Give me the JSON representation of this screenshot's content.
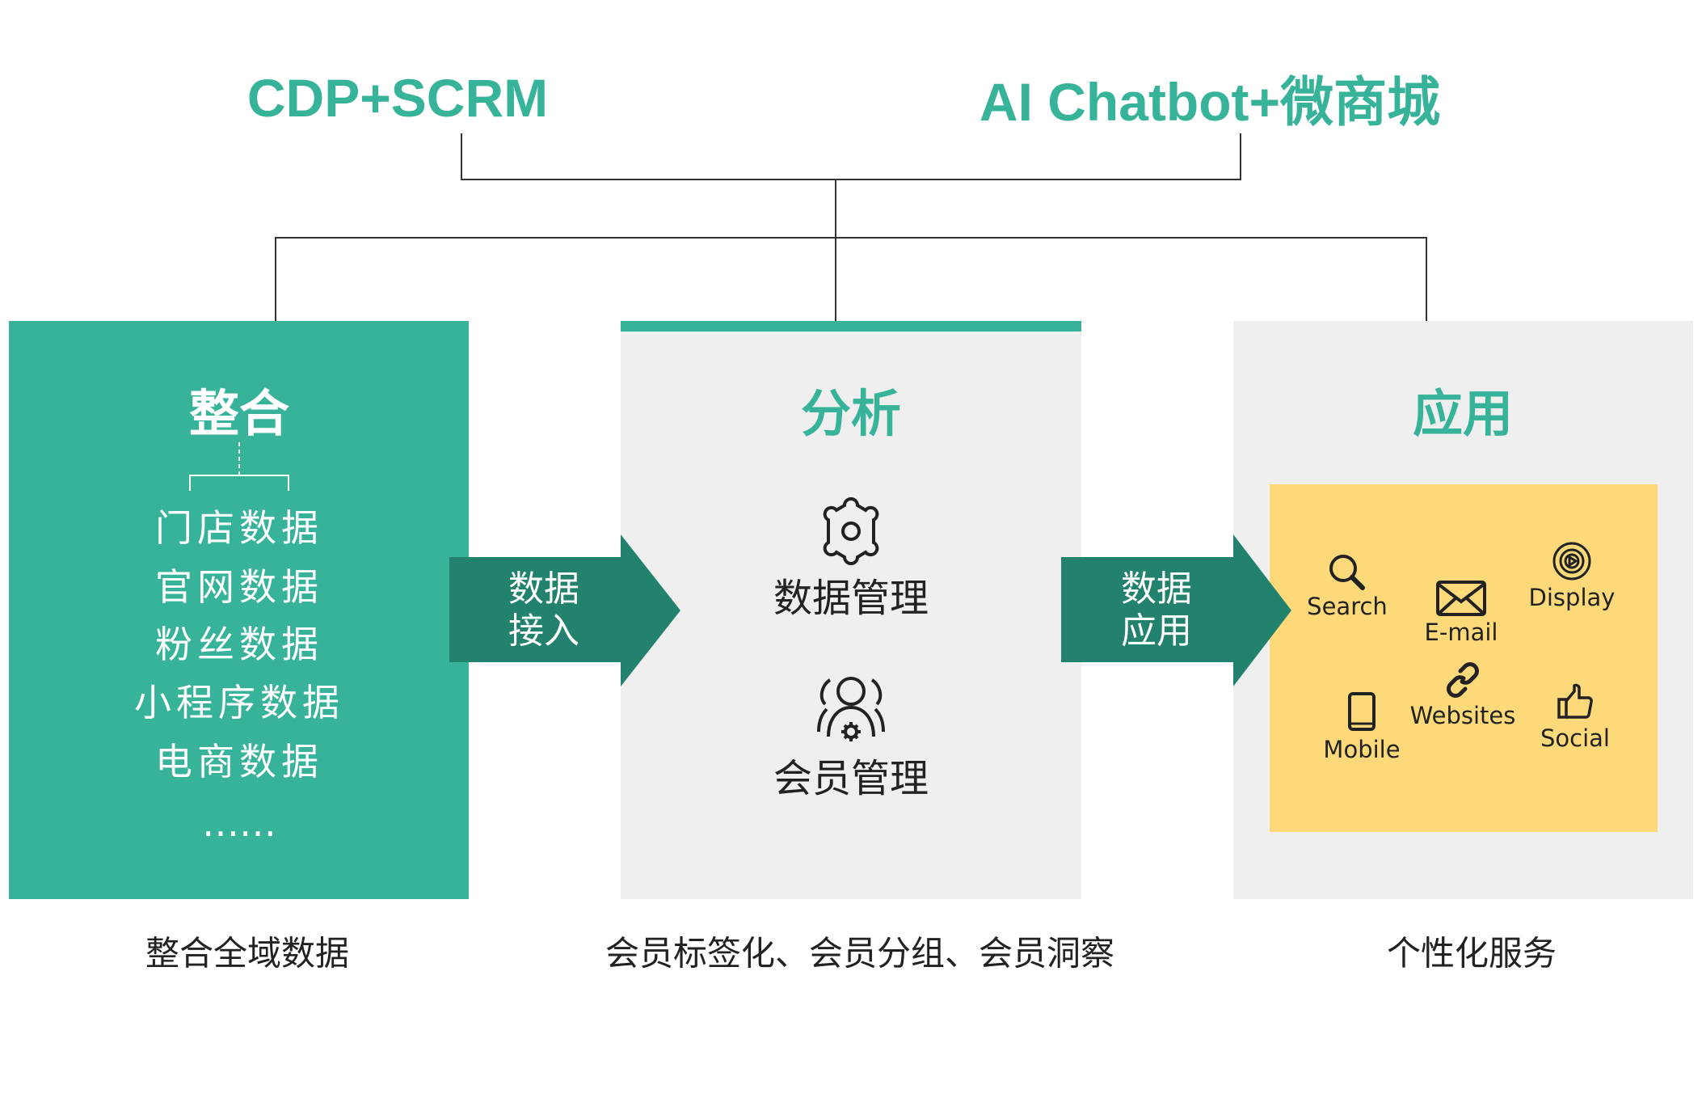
{
  "headers": {
    "left": "CDP+SCRM",
    "right": "AI Chatbot+微商城"
  },
  "columns": [
    {
      "title": "整合",
      "items": [
        "门店数据",
        "官网数据",
        "粉丝数据",
        "小程序数据",
        "电商数据"
      ],
      "more": "……",
      "caption": "整合全域数据"
    },
    {
      "title": "分析",
      "items": [
        "数据管理",
        "会员管理"
      ],
      "caption": "会员标签化、会员分组、会员洞察"
    },
    {
      "title": "应用",
      "channels": [
        "Search",
        "E-mail",
        "Display",
        "Mobile",
        "Websites",
        "Social"
      ],
      "caption": "个性化服务"
    }
  ],
  "arrows": [
    {
      "line1": "数据",
      "line2": "接入"
    },
    {
      "line1": "数据",
      "line2": "应用"
    }
  ],
  "colors": {
    "green": "#37b39a",
    "dark_green": "#22826e",
    "gray": "#efefef",
    "yellow": "#fdd97a"
  }
}
